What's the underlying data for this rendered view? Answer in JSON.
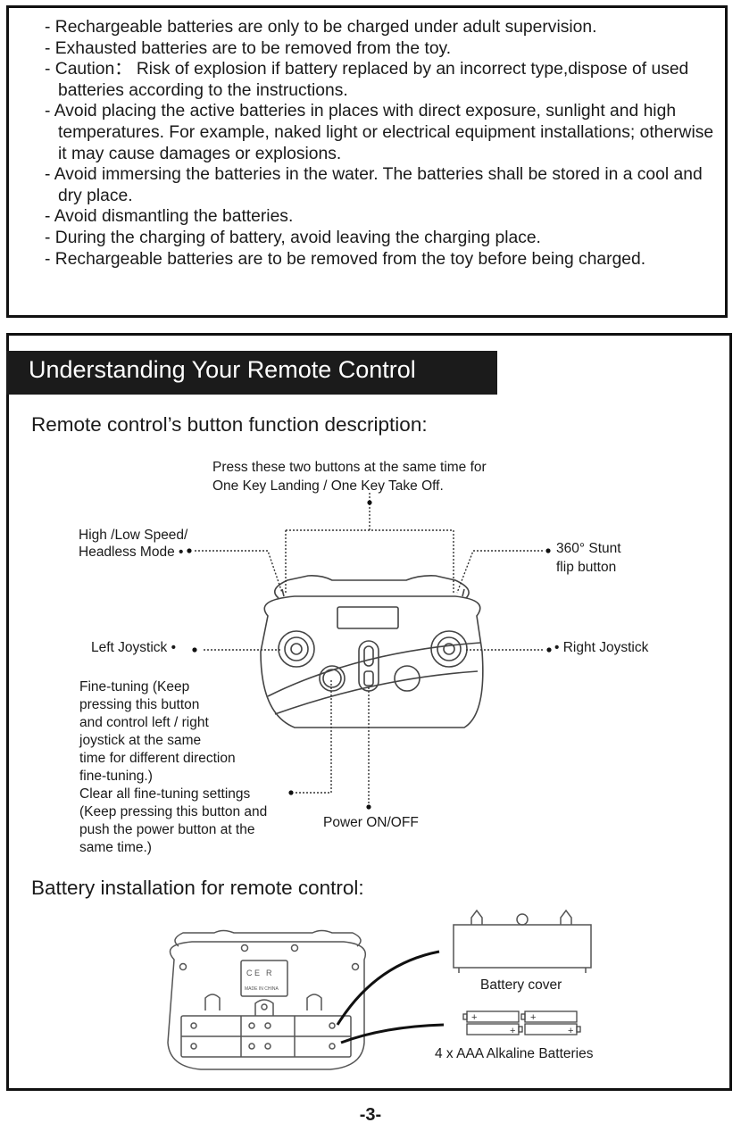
{
  "warnings": [
    "- Rechargeable batteries are only to be charged under adult supervision.",
    "- Exhausted batteries are to be removed from the toy.",
    "- Caution： Risk of explosion if battery replaced by an incorrect type,dispose of used batteries according to the instructions.",
    "- Avoid placing the active batteries in places with direct exposure, sunlight and high temperatures. For example, naked light or electrical equipment installations; otherwise it may cause damages or explosions.",
    "- Avoid immersing the batteries in the water. The batteries shall be stored in a cool and dry place.",
    "- Avoid dismantling the batteries.",
    "- During the charging of battery, avoid leaving the charging place.",
    "- Rechargeable batteries are to be removed from the toy before being charged."
  ],
  "section": {
    "title": "Understanding Your Remote Control"
  },
  "remote": {
    "heading": "Remote control’s button function description:",
    "labels": {
      "landing_line1": "Press these two buttons at the same time for",
      "landing_line2": "One Key Landing / One Key Take Off.",
      "speed_line1": "High /Low Speed/",
      "speed_line2": "Headless Mode",
      "stunt_line1": "360° Stunt",
      "stunt_line2": "flip button",
      "left_joystick": "Left Joystick",
      "right_joystick": "Right Joystick",
      "fine_tuning": [
        "Fine-tuning (Keep",
        "pressing this button",
        "and control left / right",
        "joystick at the same",
        "time for different direction",
        "fine-tuning.)",
        "Clear all fine-tuning settings",
        "(Keep pressing this button and",
        "push the power button at the",
        "same time.)"
      ],
      "power": "Power ON/OFF"
    }
  },
  "battery": {
    "heading": "Battery installation for remote control:",
    "cover_label": "Battery cover",
    "batteries_label": "4 x AAA Alkaline Batteries",
    "device_marking": "MADE IN CHINA"
  },
  "page_number": "-3-"
}
